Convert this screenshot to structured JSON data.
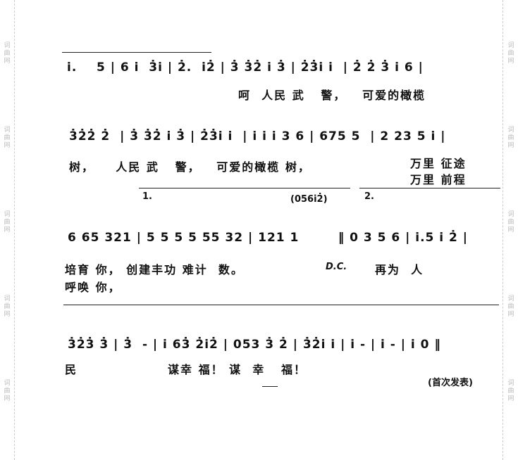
{
  "watermark": "词曲网",
  "row1": {
    "notes": "i̇.    5 | 6 i̇  3̇i̇ | 2̇.  i̇2̇ | 3̇ 3̇2̇ i̇ 3̇ | 2̇3̇i̇ i̇  | 2̇ 2̇ 3̇ i̇ 6 |",
    "lyrics": "呵  人民 武   警，   可爱的橄榄"
  },
  "row2": {
    "notes": "3̇2̇2̇ 2̇  | 3̇ 3̇2̇ i̇ 3̇ | 2̇3̇i̇ i̇  | i̇ i̇ i̇ 3 6 | 675 5  | 2 23 5 i̇ |",
    "lyrics": "树，    人民 武   警，   可爱的橄榄 树，",
    "brace_top": "万里 征途",
    "brace_bottom": "万里 前程"
  },
  "volta": {
    "first": "1.",
    "second": "2.",
    "fill": "(056i̇2̇)"
  },
  "row3": {
    "notes": "6 65 321 | 5 5 5 5 55 32 | 121 1        ‖ 0 3 5 6 | i̇.5 i̇ 2̇ |",
    "lyrics1": "培育 你， 创建丰功 难计  数。",
    "dc": "D.C.",
    "lyrics_end": "再为  人",
    "lyrics2": "呼唤 你，"
  },
  "row4": {
    "notes": "3̇2̇3̇ 3̇ | 3̇  - | i̇ 63̇ 2̇i̇2̇ | 053 3̇ 2̇ | 3̇2̇i̇ i̇ | i̇ - | i̇ - | i̇ 0 ‖",
    "lyrics1": "民",
    "lyrics2": "谋幸 福！ 谋  幸   福！"
  },
  "footnote": "(首次发表)"
}
